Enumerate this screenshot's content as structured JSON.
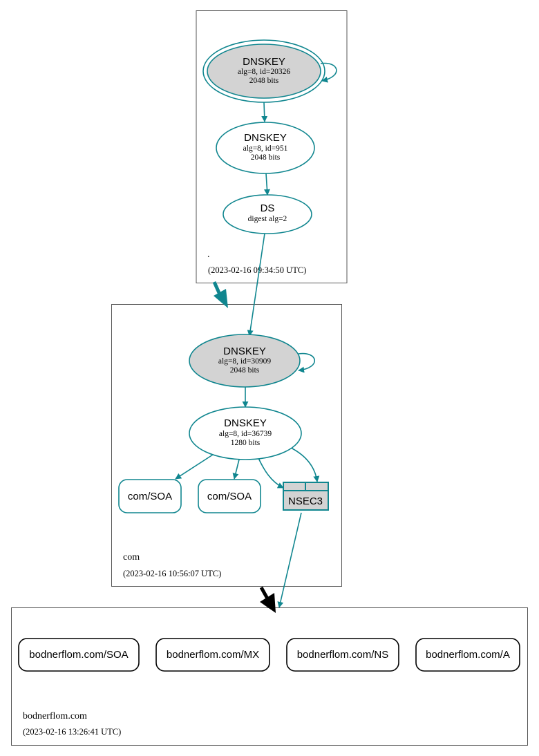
{
  "zones": {
    "root": {
      "name": ".",
      "timestamp": "(2023-02-16 09:34:50 UTC)"
    },
    "com": {
      "name": "com",
      "timestamp": "(2023-02-16 10:56:07 UTC)"
    },
    "bodnerflom": {
      "name": "bodnerflom.com",
      "timestamp": "(2023-02-16 13:26:41 UTC)"
    }
  },
  "nodes": {
    "root_ksk": {
      "type": "DNSKEY",
      "details": "alg=8, id=20326",
      "bits": "2048 bits"
    },
    "root_zsk": {
      "type": "DNSKEY",
      "details": "alg=8, id=951",
      "bits": "2048 bits"
    },
    "com_ds": {
      "type": "DS",
      "details": "digest alg=2"
    },
    "com_ksk": {
      "type": "DNSKEY",
      "details": "alg=8, id=30909",
      "bits": "2048 bits"
    },
    "com_zsk": {
      "type": "DNSKEY",
      "details": "alg=8, id=36739",
      "bits": "1280 bits"
    },
    "com_soa_1": {
      "label": "com/SOA"
    },
    "com_soa_2": {
      "label": "com/SOA"
    },
    "nsec3": {
      "label": "NSEC3"
    },
    "rr_soa": {
      "label": "bodnerflom.com/SOA"
    },
    "rr_mx": {
      "label": "bodnerflom.com/MX"
    },
    "rr_ns": {
      "label": "bodnerflom.com/NS"
    },
    "rr_a": {
      "label": "bodnerflom.com/A"
    }
  },
  "colors": {
    "edge": "#10868f",
    "ksk_fill": "#d3d3d3",
    "delegation_secure": "#10868f",
    "delegation_insecure": "#000000"
  }
}
